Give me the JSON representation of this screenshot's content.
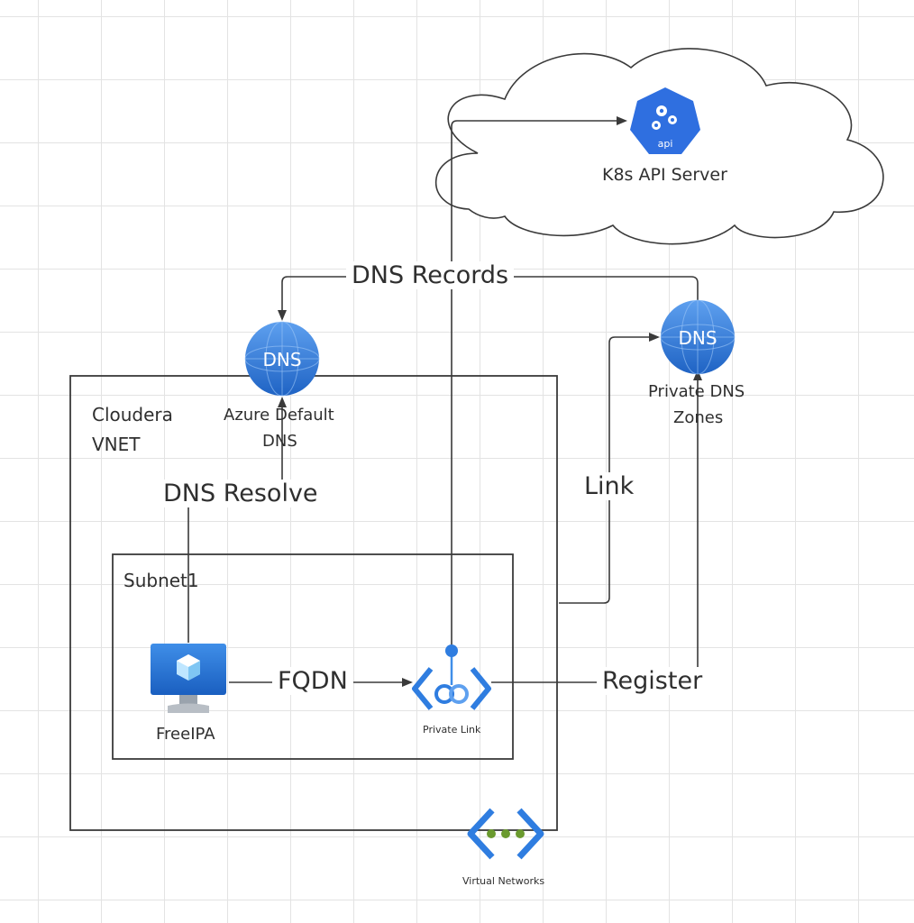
{
  "nodes": {
    "k8s_api": {
      "label": "K8s API Server",
      "badge": "api"
    },
    "azure_dns": {
      "label_line1": "Azure Default",
      "label_line2": "DNS",
      "badge": "DNS"
    },
    "private_dns": {
      "label_line1": "Private DNS",
      "label_line2": "Zones",
      "badge": "DNS"
    },
    "freeipa": {
      "label": "FreeIPA"
    },
    "private_link": {
      "label": "Private Link"
    },
    "virtual_networks": {
      "label": "Virtual Networks"
    }
  },
  "containers": {
    "vnet": {
      "label_line1": "Cloudera",
      "label_line2": "VNET"
    },
    "subnet": {
      "label": "Subnet1"
    }
  },
  "edges": {
    "dns_records": "DNS Records",
    "dns_resolve": "DNS Resolve",
    "fqdn": "FQDN",
    "link": "Link",
    "register": "Register"
  },
  "colors": {
    "azure_blue": "#1f6fd1",
    "azure_light": "#5ea0ef",
    "line": "#4a4a4a",
    "dot_green": "#6a9a2e"
  }
}
